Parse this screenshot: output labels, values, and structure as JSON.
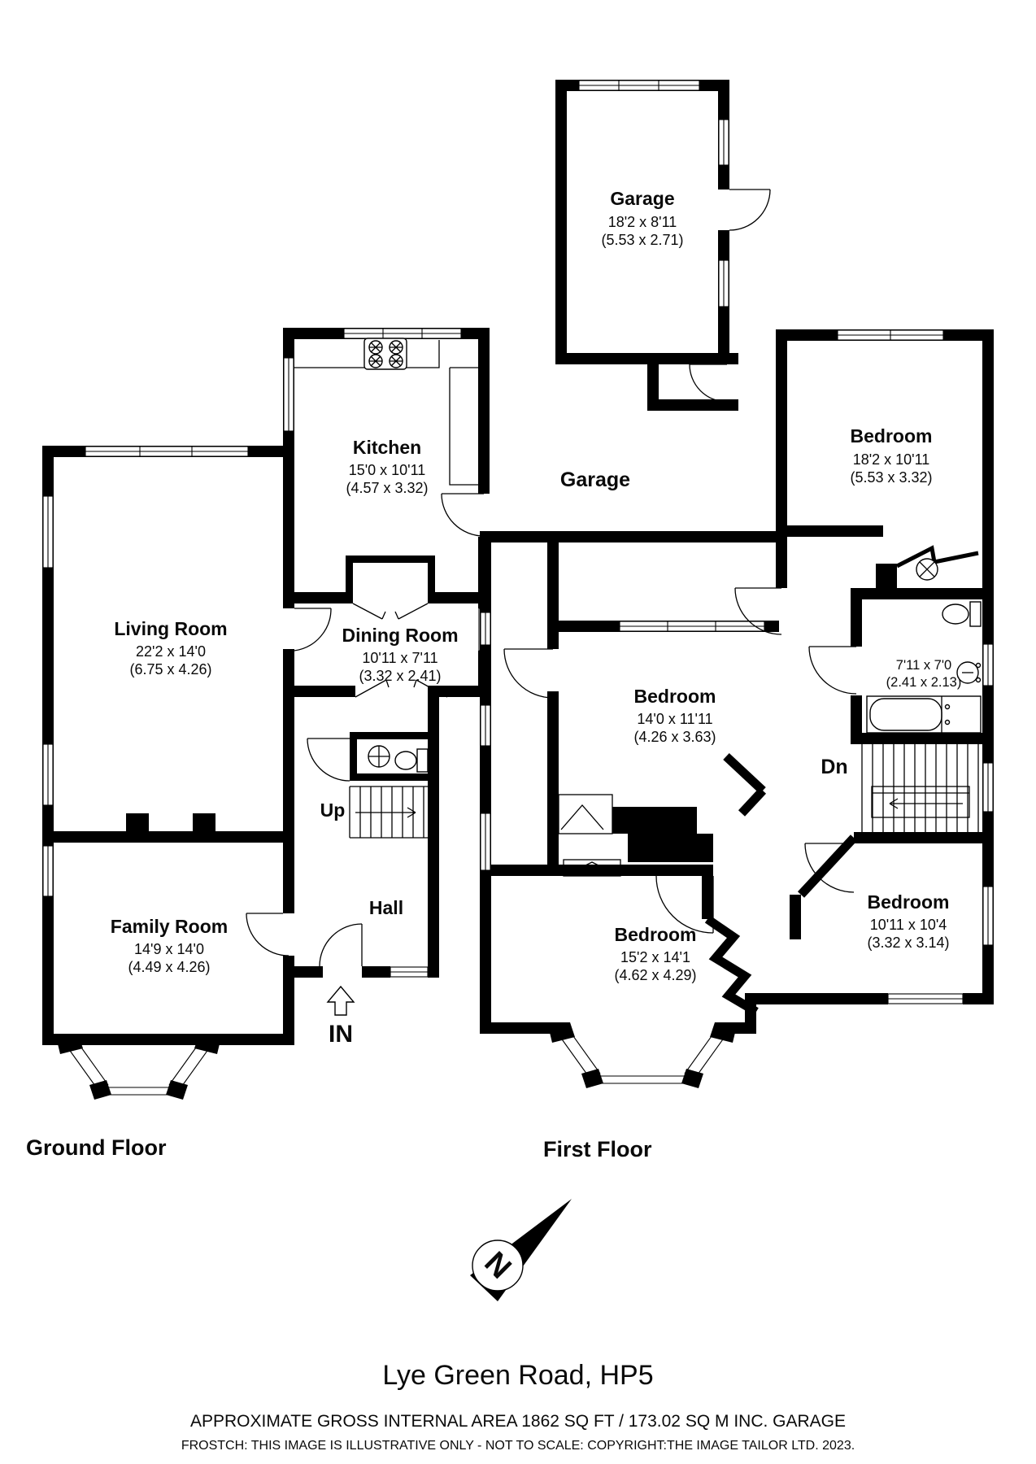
{
  "footer": {
    "address": "Lye Green Road, HP5",
    "area_note": "APPROXIMATE GROSS INTERNAL AREA 1862 SQ FT / 173.02 SQ M INC. GARAGE",
    "disclaimer": "FROSTCH: THIS IMAGE IS ILLUSTRATIVE ONLY - NOT TO SCALE: COPYRIGHT:THE IMAGE TAILOR LTD. 2023."
  },
  "floors": {
    "ground_label": "Ground Floor",
    "first_label": "First Floor"
  },
  "compass": {
    "north": "N"
  },
  "annotations": {
    "up": "Up",
    "down": "Dn",
    "entrance": "IN",
    "hall": "Hall",
    "garage_location": "Garage"
  },
  "rooms": {
    "garage": {
      "name": "Garage",
      "imperial": "18'2 x 8'11",
      "metric": "(5.53 x 2.71)"
    },
    "kitchen": {
      "name": "Kitchen",
      "imperial": "15'0 x 10'11",
      "metric": "(4.57 x 3.32)"
    },
    "living_room": {
      "name": "Living Room",
      "imperial": "22'2 x 14'0",
      "metric": "(6.75 x 4.26)"
    },
    "dining_room": {
      "name": "Dining Room",
      "imperial": "10'11 x 7'11",
      "metric": "(3.32 x 2.41)"
    },
    "family_room": {
      "name": "Family Room",
      "imperial": "14'9 x 14'0",
      "metric": "(4.49 x 4.26)"
    },
    "bedroom_1": {
      "name": "Bedroom",
      "imperial": "18'2 x 10'11",
      "metric": "(5.53 x 3.32)"
    },
    "bedroom_2": {
      "name": "Bedroom",
      "imperial": "14'0 x 11'11",
      "metric": "(4.26 x 3.63)"
    },
    "bedroom_3": {
      "name": "Bedroom",
      "imperial": "15'2 x 14'1",
      "metric": "(4.62 x 4.29)"
    },
    "bedroom_4": {
      "name": "Bedroom",
      "imperial": "10'11 x 10'4",
      "metric": "(3.32 x 3.14)"
    },
    "bathroom": {
      "imperial": "7'11 x 7'0",
      "metric": "(2.41 x 2.13)"
    }
  }
}
